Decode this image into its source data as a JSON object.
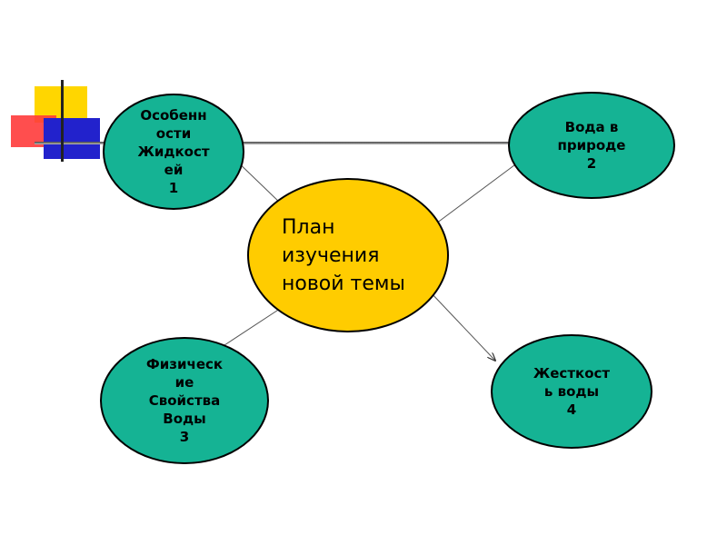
{
  "center": {
    "label": "План\nизучения\nновой темы"
  },
  "nodes": [
    {
      "label": "Особенн\nости\nЖидкост\nей\n1"
    },
    {
      "label": "Вода в\nприроде\n2"
    },
    {
      "label": "Физическ\nие\nСвойства\nВоды\n3"
    },
    {
      "label": "Жесткост\nь воды\n4"
    }
  ],
  "colors": {
    "center_fill": "#ffcc00",
    "node_fill": "#15b394",
    "accent_yellow": "#ffd600",
    "accent_red": "#ff3b3b",
    "accent_blue": "#2222cc"
  }
}
